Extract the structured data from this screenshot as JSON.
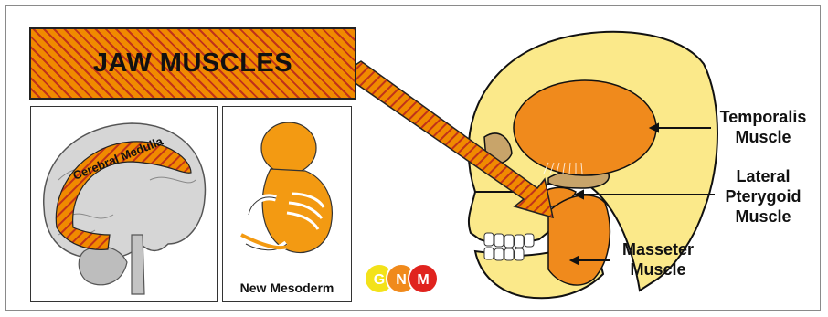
{
  "title": "JAW MUSCLES",
  "brain_panel": {
    "label": "Cerebral Medulla"
  },
  "embryo_panel": {
    "caption": "New Mesoderm"
  },
  "logo": {
    "letters": [
      "G",
      "N",
      "M"
    ],
    "colors": [
      "#f3e21a",
      "#f08a1c",
      "#e0231e"
    ]
  },
  "labels": {
    "temporalis": [
      "Temporalis",
      "Muscle"
    ],
    "lateral_pterygoid": [
      "Lateral",
      "Pterygoid",
      "Muscle"
    ],
    "masseter": [
      "Masseter",
      "Muscle"
    ]
  },
  "colors": {
    "orange": "#f08a1c",
    "hatch_red": "#c0321a",
    "skull": "#fbe98a",
    "bone_tan": "#c8a46a",
    "embryo": "#f39a12"
  }
}
